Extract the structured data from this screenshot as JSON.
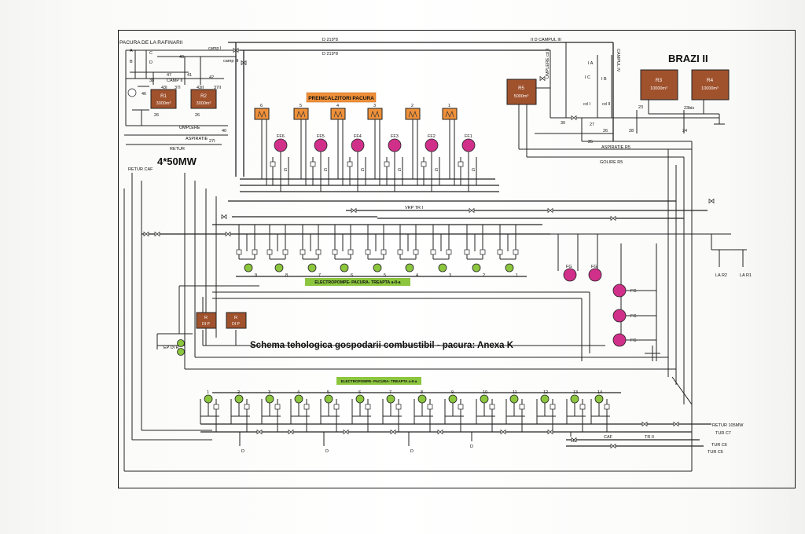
{
  "title": "Schema tehologica gospodarii combustibil - pacura: Anexa K",
  "banners": {
    "preheaters": "PREINCALZITORI PACURA",
    "pumps_top": "ELECTROPOMPE- PACURA- TREAPTA a-II-a",
    "pumps_bottom": "ELECTROPOMPE- PACURA- TREAPTA a-II-a"
  },
  "labels": {
    "refinery": "PACURA DE LA RAFINARII",
    "plant": "4*50MW",
    "brazi": "BRAZI II",
    "umplere": "UMPLERE",
    "aspiratie": "ASPIRATIE",
    "retur": "RETUR",
    "retur_caf": "RETUR CAF",
    "camp1": "camp I",
    "camp3": "camp III",
    "camp2": "CAMP II",
    "d2198a": "D 219*8",
    "d2198b": "D 219*8",
    "campul3": "II D   CAMPUL III",
    "campul4": "CAMPUL IV",
    "umplere_cd2": "UMPLERE cd II",
    "cd1": "cd I",
    "cd2": "cd II",
    "aspiratie_r5": "ASPIRATIE R5",
    "golire_r5": "GOLIRE R5",
    "la_r2": "LA R2",
    "la_r1": "LA R1",
    "retur105": "RETUR 105MW",
    "tur_c7": "TUR C7",
    "tur_c6": "TUR C6",
    "tur_c5": "TUR C5",
    "caf": "CAF",
    "tr2": "TR II",
    "vrp": "VRP  TR I",
    "d_letter": "D"
  },
  "tanks": [
    {
      "id": "R1",
      "capacity": "3000m³"
    },
    {
      "id": "R2",
      "capacity": "3000m³"
    },
    {
      "id": "R5",
      "capacity": "5000m³"
    },
    {
      "id": "R3",
      "capacity": "10000m³"
    },
    {
      "id": "R4",
      "capacity": "10000m³"
    }
  ],
  "small_tanks": [
    {
      "id": "R",
      "sub": "DI P"
    },
    {
      "id": "R",
      "sub": "DI P"
    }
  ],
  "ep_label": "EP Di R",
  "heaters": [
    "6",
    "5",
    "4",
    "3",
    "2",
    "1"
  ],
  "filters": [
    "FF6",
    "FF5",
    "FF4",
    "FF3",
    "FF2",
    "FF1"
  ],
  "fg_label": "FG",
  "g_label": "G",
  "pumps_top": [
    "9",
    "8",
    "7",
    "6",
    "5",
    "4",
    "3",
    "2",
    "1"
  ],
  "pumps_bottom": [
    "1",
    "2",
    "3",
    "4",
    "5",
    "6",
    "7",
    "8",
    "9",
    "10",
    "11",
    "12",
    "13",
    "14"
  ],
  "valve_codes": [
    "A",
    "B",
    "C",
    "D",
    "49",
    "47",
    "41",
    "42",
    "38",
    "43I",
    "37I",
    "43II",
    "37II",
    "46",
    "26",
    "27I",
    "40",
    "I A",
    "I C",
    "I B",
    "30",
    "27",
    "28",
    "23",
    "23bis",
    "24",
    "25"
  ],
  "colors": {
    "tank": "#a0522d",
    "heater": "#f0913a",
    "pump_green": "#8cc63f",
    "pump_magenta": "#d0308a",
    "banner_orange": "#f0913a",
    "banner_green": "#8cc63f"
  }
}
